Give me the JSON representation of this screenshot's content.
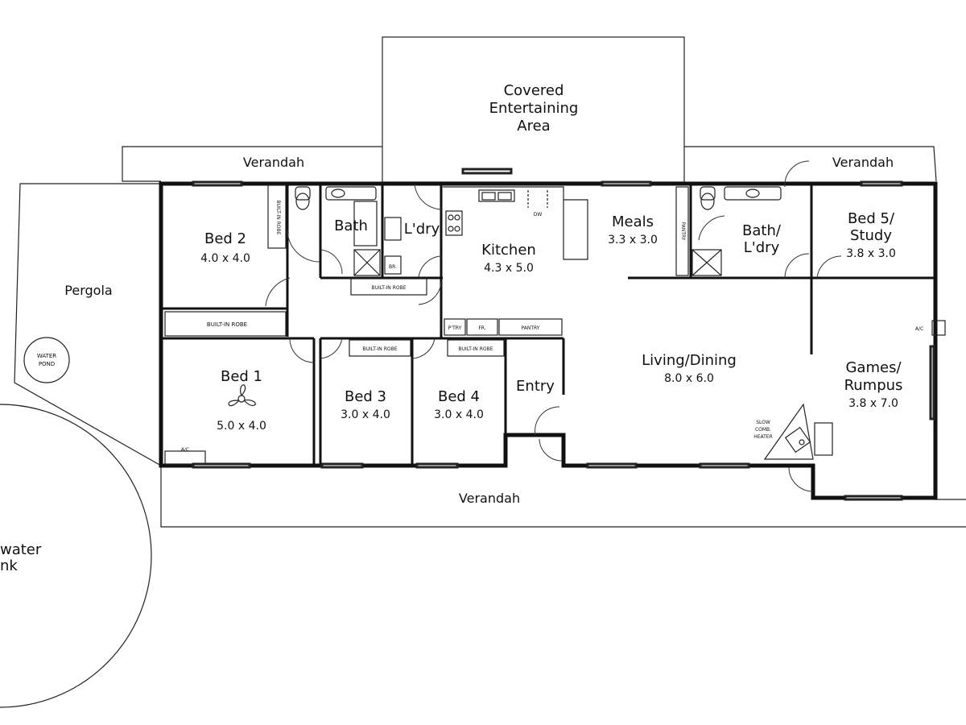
{
  "rooms": {
    "covered_entertaining": [
      "Covered",
      "Entertaining",
      "Area"
    ],
    "verandah_top_left": "Verandah",
    "verandah_top_right": "Verandah",
    "verandah_bottom": "Verandah",
    "pergola": "Pergola",
    "water_pond": [
      "WATER",
      "POND"
    ],
    "water_tank": [
      "water",
      "nk"
    ],
    "bed2": {
      "name": "Bed 2",
      "size": "4.0 x 4.0"
    },
    "bath": {
      "name": "Bath"
    },
    "ldry": {
      "name": "L'dry"
    },
    "kitchen": {
      "name": "Kitchen",
      "size": "4.3 x 5.0"
    },
    "meals": {
      "name": "Meals",
      "size": "3.3 x 3.0"
    },
    "bath_ldry": {
      "name": [
        "Bath/",
        "L'dry"
      ]
    },
    "bed5": {
      "name": [
        "Bed 5/",
        "Study"
      ],
      "size": "3.8 x 3.0"
    },
    "bed1": {
      "name": "Bed 1",
      "size": "5.0 x 4.0"
    },
    "bed3": {
      "name": "Bed 3",
      "size": "3.0 x 4.0"
    },
    "bed4": {
      "name": "Bed 4",
      "size": "3.0 x 4.0"
    },
    "entry": {
      "name": "Entry"
    },
    "living": {
      "name": "Living/Dining",
      "size": "8.0 x 6.0"
    },
    "games": {
      "name": [
        "Games/",
        "Rumpus"
      ],
      "size": "3.8 x 7.0"
    }
  },
  "fixtures": {
    "built_in_robe": "BUILT-IN ROBE",
    "br": "BR.",
    "dw": "DW",
    "pantry": "PANTRY",
    "pantry_small": "P'TRY",
    "fr": "FR.",
    "ac": "A/C",
    "slow_comb_heater": [
      "SLOW",
      "COMB.",
      "HEATER"
    ]
  }
}
